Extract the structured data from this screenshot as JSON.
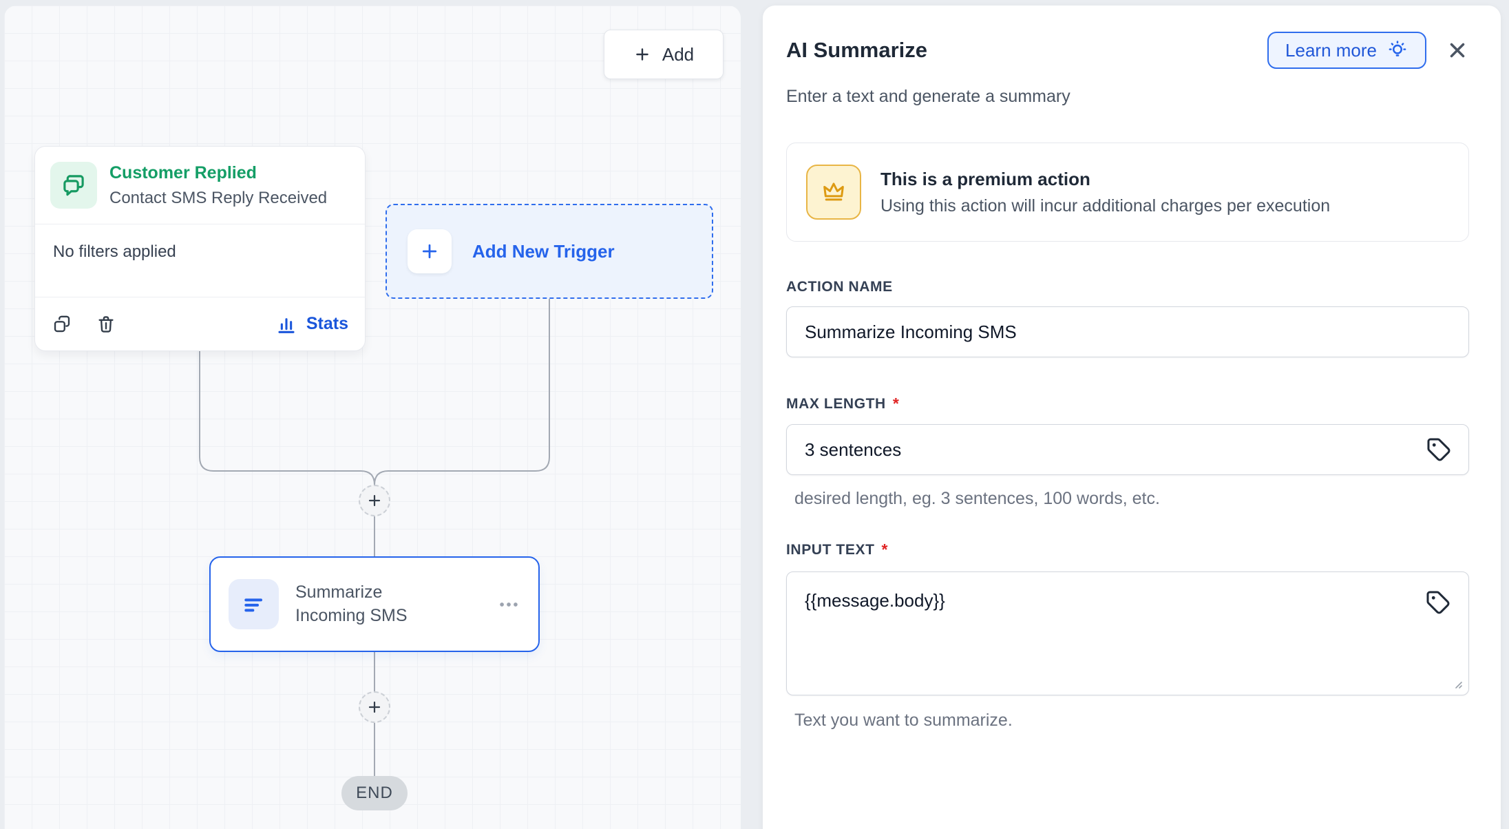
{
  "canvas": {
    "add_button": {
      "label": "Add"
    },
    "trigger_card": {
      "title": "Customer Replied",
      "subtitle": "Contact SMS Reply Received",
      "filters_text": "No filters applied",
      "stats_label": "Stats"
    },
    "add_new_trigger": {
      "label": "Add New Trigger"
    },
    "action_node": {
      "label": "Summarize Incoming SMS"
    },
    "end_label": "END"
  },
  "panel": {
    "title": "AI Summarize",
    "subtitle": "Enter a text and generate a summary",
    "learn_more_label": "Learn more",
    "premium": {
      "title": "This is a premium action",
      "description": "Using this action will incur additional charges per execution"
    },
    "fields": {
      "action_name": {
        "label": "ACTION NAME",
        "value": "Summarize Incoming SMS"
      },
      "max_length": {
        "label": "MAX LENGTH",
        "required": "*",
        "value": "3 sentences",
        "helper": "desired length, eg. 3 sentences, 100 words, etc."
      },
      "input_text": {
        "label": "INPUT TEXT",
        "required": "*",
        "value": "{{message.body}}",
        "helper": "Text you want to summarize."
      }
    }
  },
  "colors": {
    "accent_blue": "#2563eb",
    "trigger_green": "#149e66",
    "premium_orange": "#dd9a12",
    "stats_blue": "#1a56db",
    "required_red": "#e02424"
  },
  "icons": [
    "plus-icon",
    "chat-bubbles-icon",
    "copy-icon",
    "trash-icon",
    "bar-chart-icon",
    "text-lines-icon",
    "ellipsis-icon",
    "lightbulb-icon",
    "close-icon",
    "crown-icon",
    "tag-icon",
    "resize-handle-icon"
  ]
}
